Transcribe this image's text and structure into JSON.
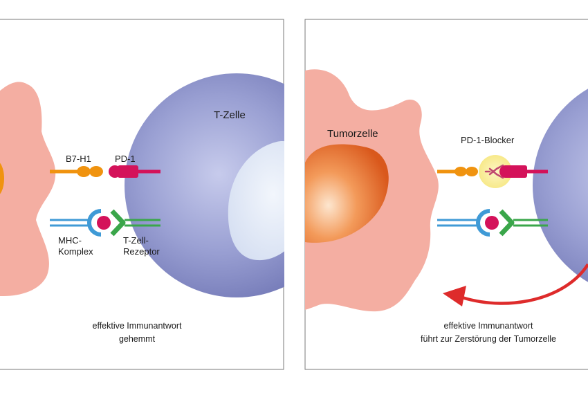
{
  "left_panel": {
    "labels": {
      "b7h1": "B7-H1",
      "pd1": "PD-1",
      "t_cell": "T-Zelle",
      "mhc_line1": "MHC-",
      "mhc_line2": "Komplex",
      "tcr_line1": "T-Zell-",
      "tcr_line2": "Rezeptor"
    },
    "caption_line1": "effektive Immunantwort",
    "caption_line2": "gehemmt"
  },
  "right_panel": {
    "labels": {
      "tumor_cell": "Tumorzelle",
      "pd1_blocker": "PD-1-Blocker"
    },
    "caption_line1": "effektive Immunantwort",
    "caption_line2": "führt zur Zerstörung der Tumorzelle"
  },
  "colors": {
    "tumor": "#f4aea2",
    "tumor_nucleus": "#e8692a",
    "t_cell": "#8f95cc",
    "t_cell_nucleus": "#e4ecf8",
    "b7h1": "#f0930f",
    "pd1": "#d4125a",
    "mhc": "#3f9ad6",
    "tcr": "#3aa64a",
    "blocker_glow": "#fbf0a3",
    "arrow": "#de2b2b",
    "frame": "#7a7a7a"
  }
}
